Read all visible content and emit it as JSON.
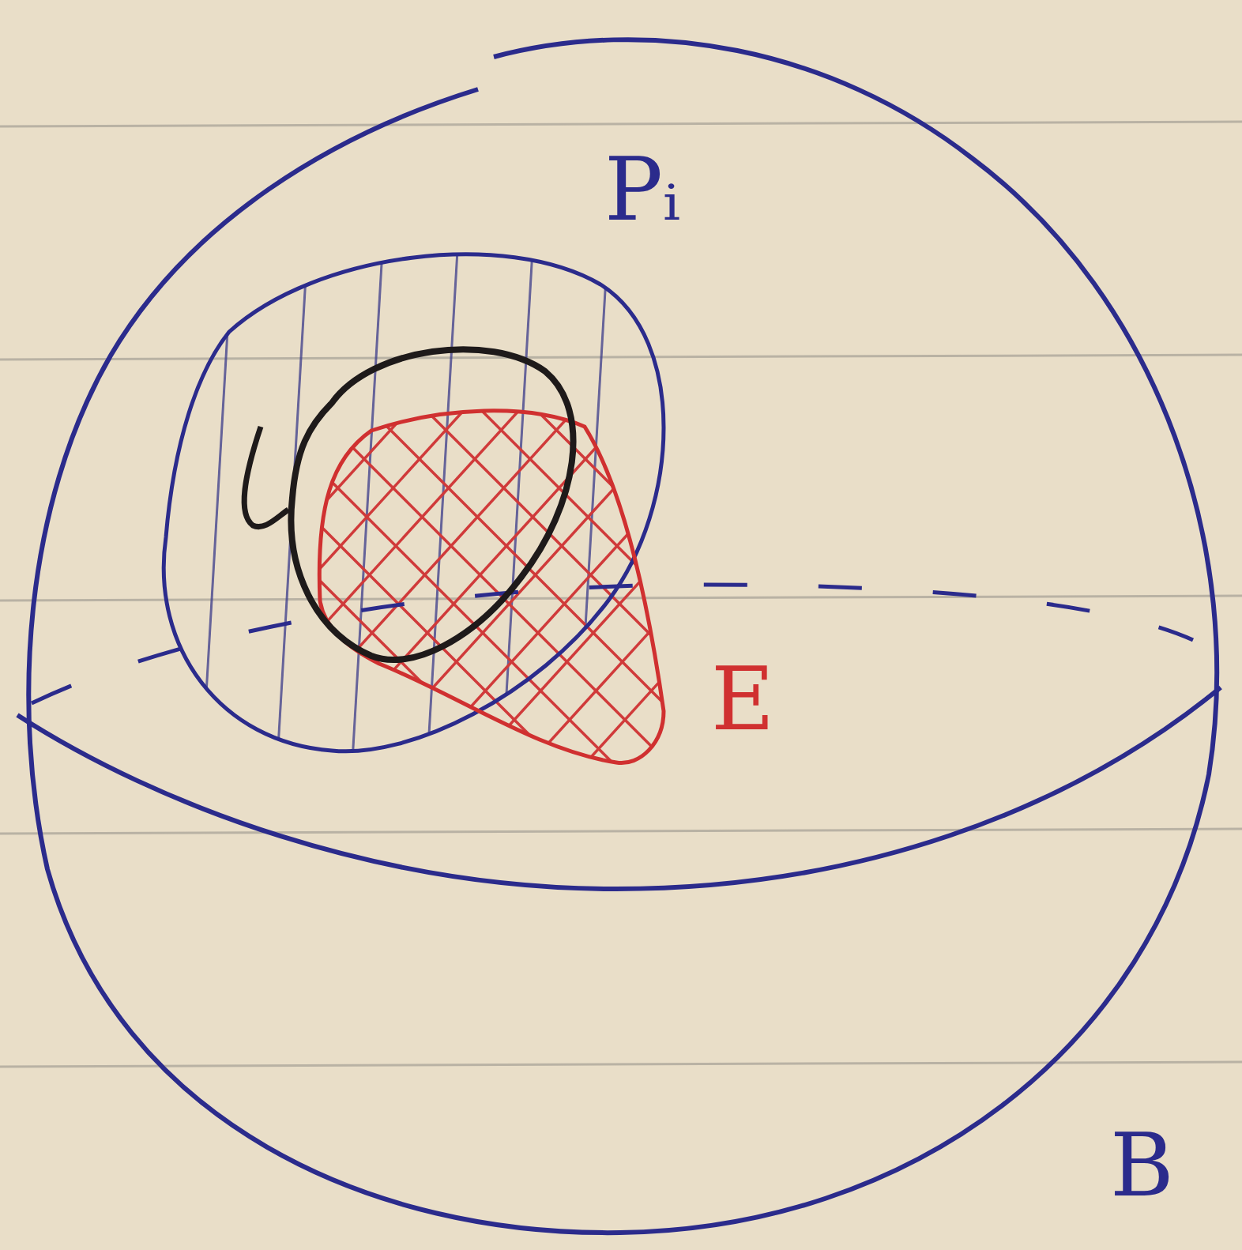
{
  "diagram": {
    "labels": [
      "Pᵢ",
      "E",
      "B"
    ]
  }
}
